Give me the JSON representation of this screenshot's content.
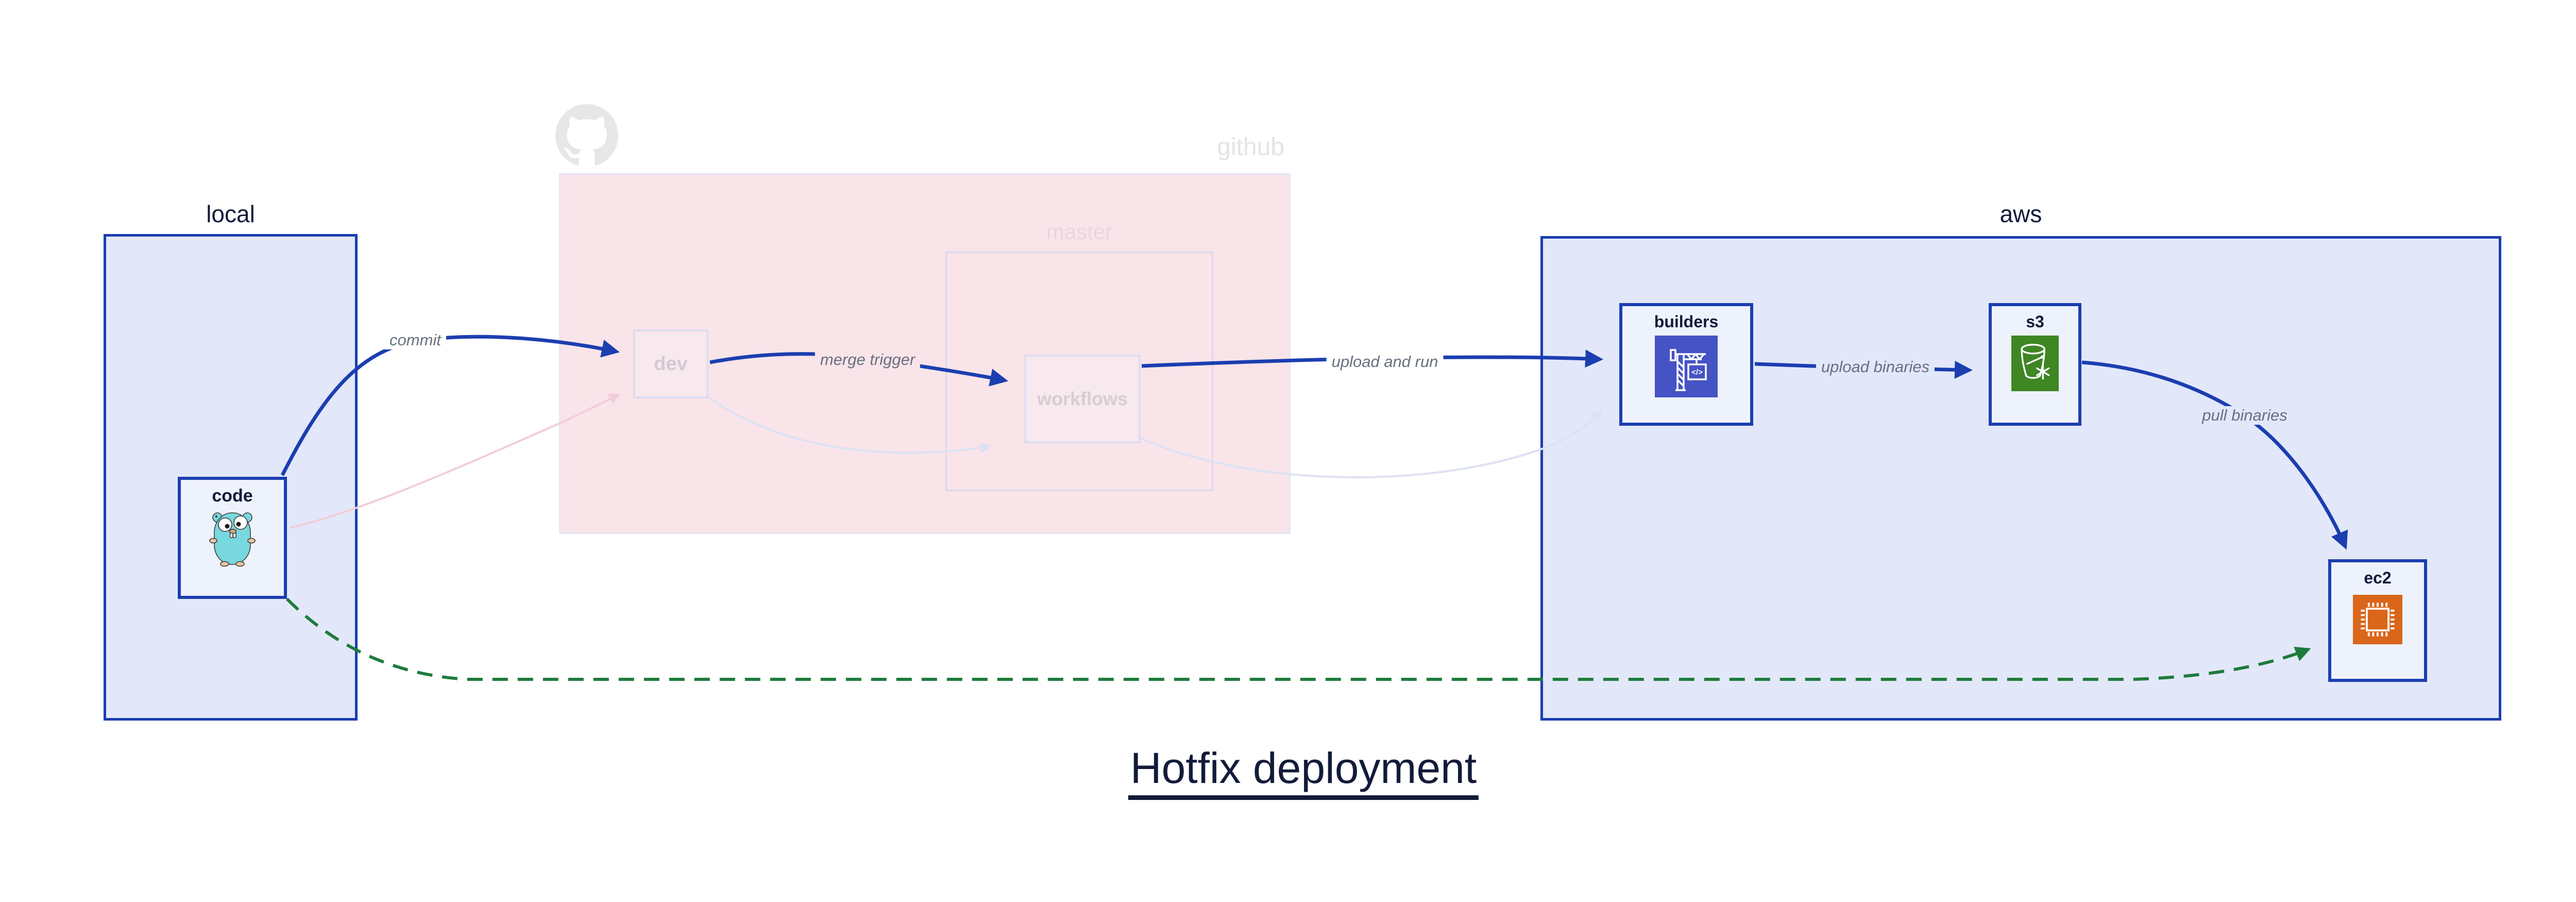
{
  "title": "Hotfix deployment",
  "groups": {
    "local": {
      "label": "local"
    },
    "github": {
      "label": "github",
      "master_label": "master"
    },
    "aws": {
      "label": "aws"
    }
  },
  "nodes": {
    "code": {
      "label": "code",
      "icon": "go-gopher-icon",
      "group": "local"
    },
    "dev": {
      "label": "dev",
      "group": "github",
      "faded": true
    },
    "workflows": {
      "label": "workflows",
      "group": "github.master",
      "faded": true
    },
    "builders": {
      "label": "builders",
      "icon": "aws-codebuild-icon",
      "group": "aws"
    },
    "s3": {
      "label": "s3",
      "icon": "aws-s3-glacier-icon",
      "group": "aws"
    },
    "ec2": {
      "label": "ec2",
      "icon": "aws-ec2-icon",
      "group": "aws"
    }
  },
  "edges": {
    "commit": {
      "from": "code",
      "to": "dev",
      "label": "commit",
      "style": "solid-blue"
    },
    "merge_trigger": {
      "from": "dev",
      "to": "workflows",
      "label": "merge trigger",
      "style": "solid-blue"
    },
    "upload_and_run": {
      "from": "workflows",
      "to": "builders",
      "label": "upload and run",
      "style": "solid-blue"
    },
    "upload_binaries": {
      "from": "builders",
      "to": "s3",
      "label": "upload binaries",
      "style": "solid-blue"
    },
    "pull_binaries": {
      "from": "s3",
      "to": "ec2",
      "label": "pull binaries",
      "style": "solid-blue"
    },
    "hotfix_path": {
      "from": "code",
      "to": "ec2",
      "label": "",
      "style": "dashed-green"
    },
    "faded_code_dev": {
      "from": "code",
      "to": "dev",
      "label": "",
      "style": "faded-pink"
    },
    "faded_dev_workflows": {
      "from": "dev",
      "to": "workflows",
      "label": "",
      "style": "faded-lavender"
    },
    "faded_workflows_builders": {
      "from": "workflows",
      "to": "builders",
      "label": "",
      "style": "faded-lavender"
    }
  },
  "icons": {
    "github": "github-octocat-icon",
    "code": "go-gopher-icon",
    "builders": "aws-codebuild-icon",
    "s3": "aws-s3-glacier-icon",
    "ec2": "aws-ec2-icon"
  },
  "colors": {
    "edge_blue": "#1b3eb0",
    "edge_green": "#1e7b3c",
    "edge_faded_pink": "#f2cdd9",
    "edge_faded_lavender": "#dde1f3",
    "group_fill_blue": "#e2e8f9",
    "group_fill_pink": "#f9e4e9",
    "node_fill": "#eef2fc",
    "navy_text": "#131b3a",
    "gray_label": "#68707f",
    "codebuild_tile": "#4553c4",
    "s3_tile": "#3f8624",
    "ec2_tile": "#d9661a",
    "octocat_gray": "#e7e7ea"
  }
}
